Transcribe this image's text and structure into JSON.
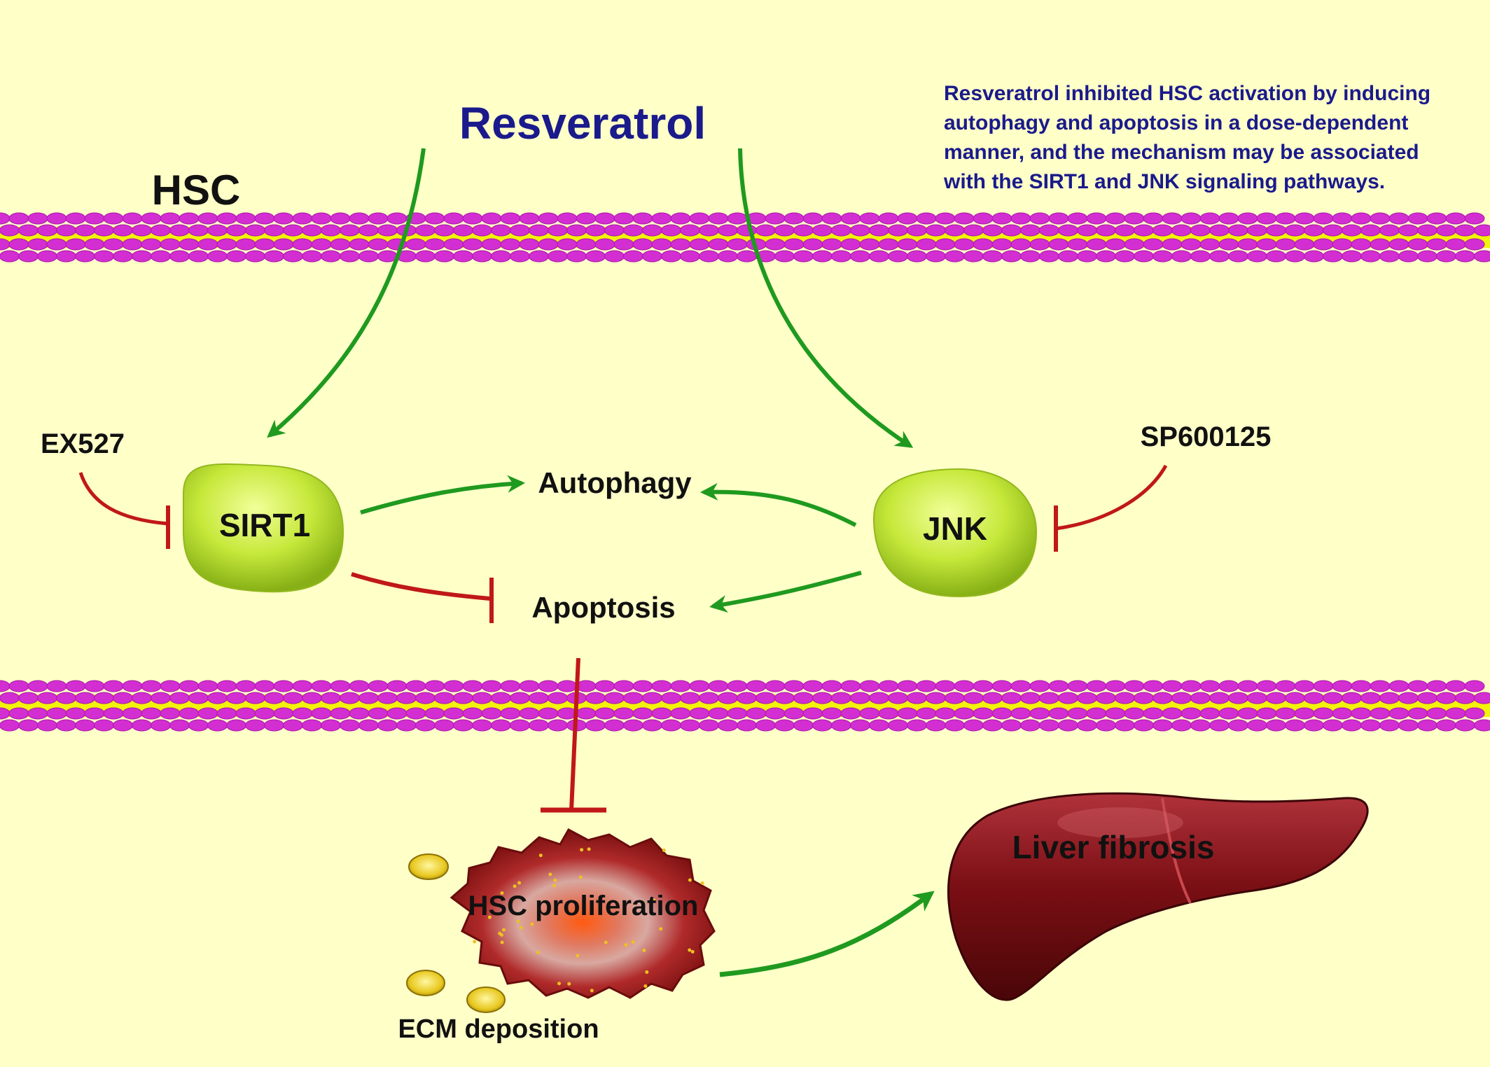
{
  "title": "Resveratrol",
  "cell_label": "HSC",
  "summary_lines": [
    "Resveratrol inhibited HSC activation by inducing",
    "autophagy and apoptosis in a dose-dependent",
    "manner, and the mechanism may be associated",
    "with the SIRT1 and JNK signaling pathways."
  ],
  "nodes": {
    "sirt1": "SIRT1",
    "jnk": "JNK",
    "ex527": "EX527",
    "sp600125": "SP600125",
    "autophagy": "Autophagy",
    "apoptosis": "Apoptosis",
    "hsc_proliferation": "HSC proliferation",
    "ecm_deposition": "ECM deposition",
    "liver_fibrosis": "Liver fibrosis"
  },
  "colors": {
    "background": "#ffffc8",
    "title": "#1a1a8c",
    "summary_text": "#1a1a8c",
    "activation_arrow": "#1f9a1f",
    "inhibition_line": "#c01818",
    "membrane_head": "#d22ed2",
    "membrane_tail": "#f2f20a",
    "node_fill": "#b6e02a",
    "liver": "#7a0f14"
  }
}
